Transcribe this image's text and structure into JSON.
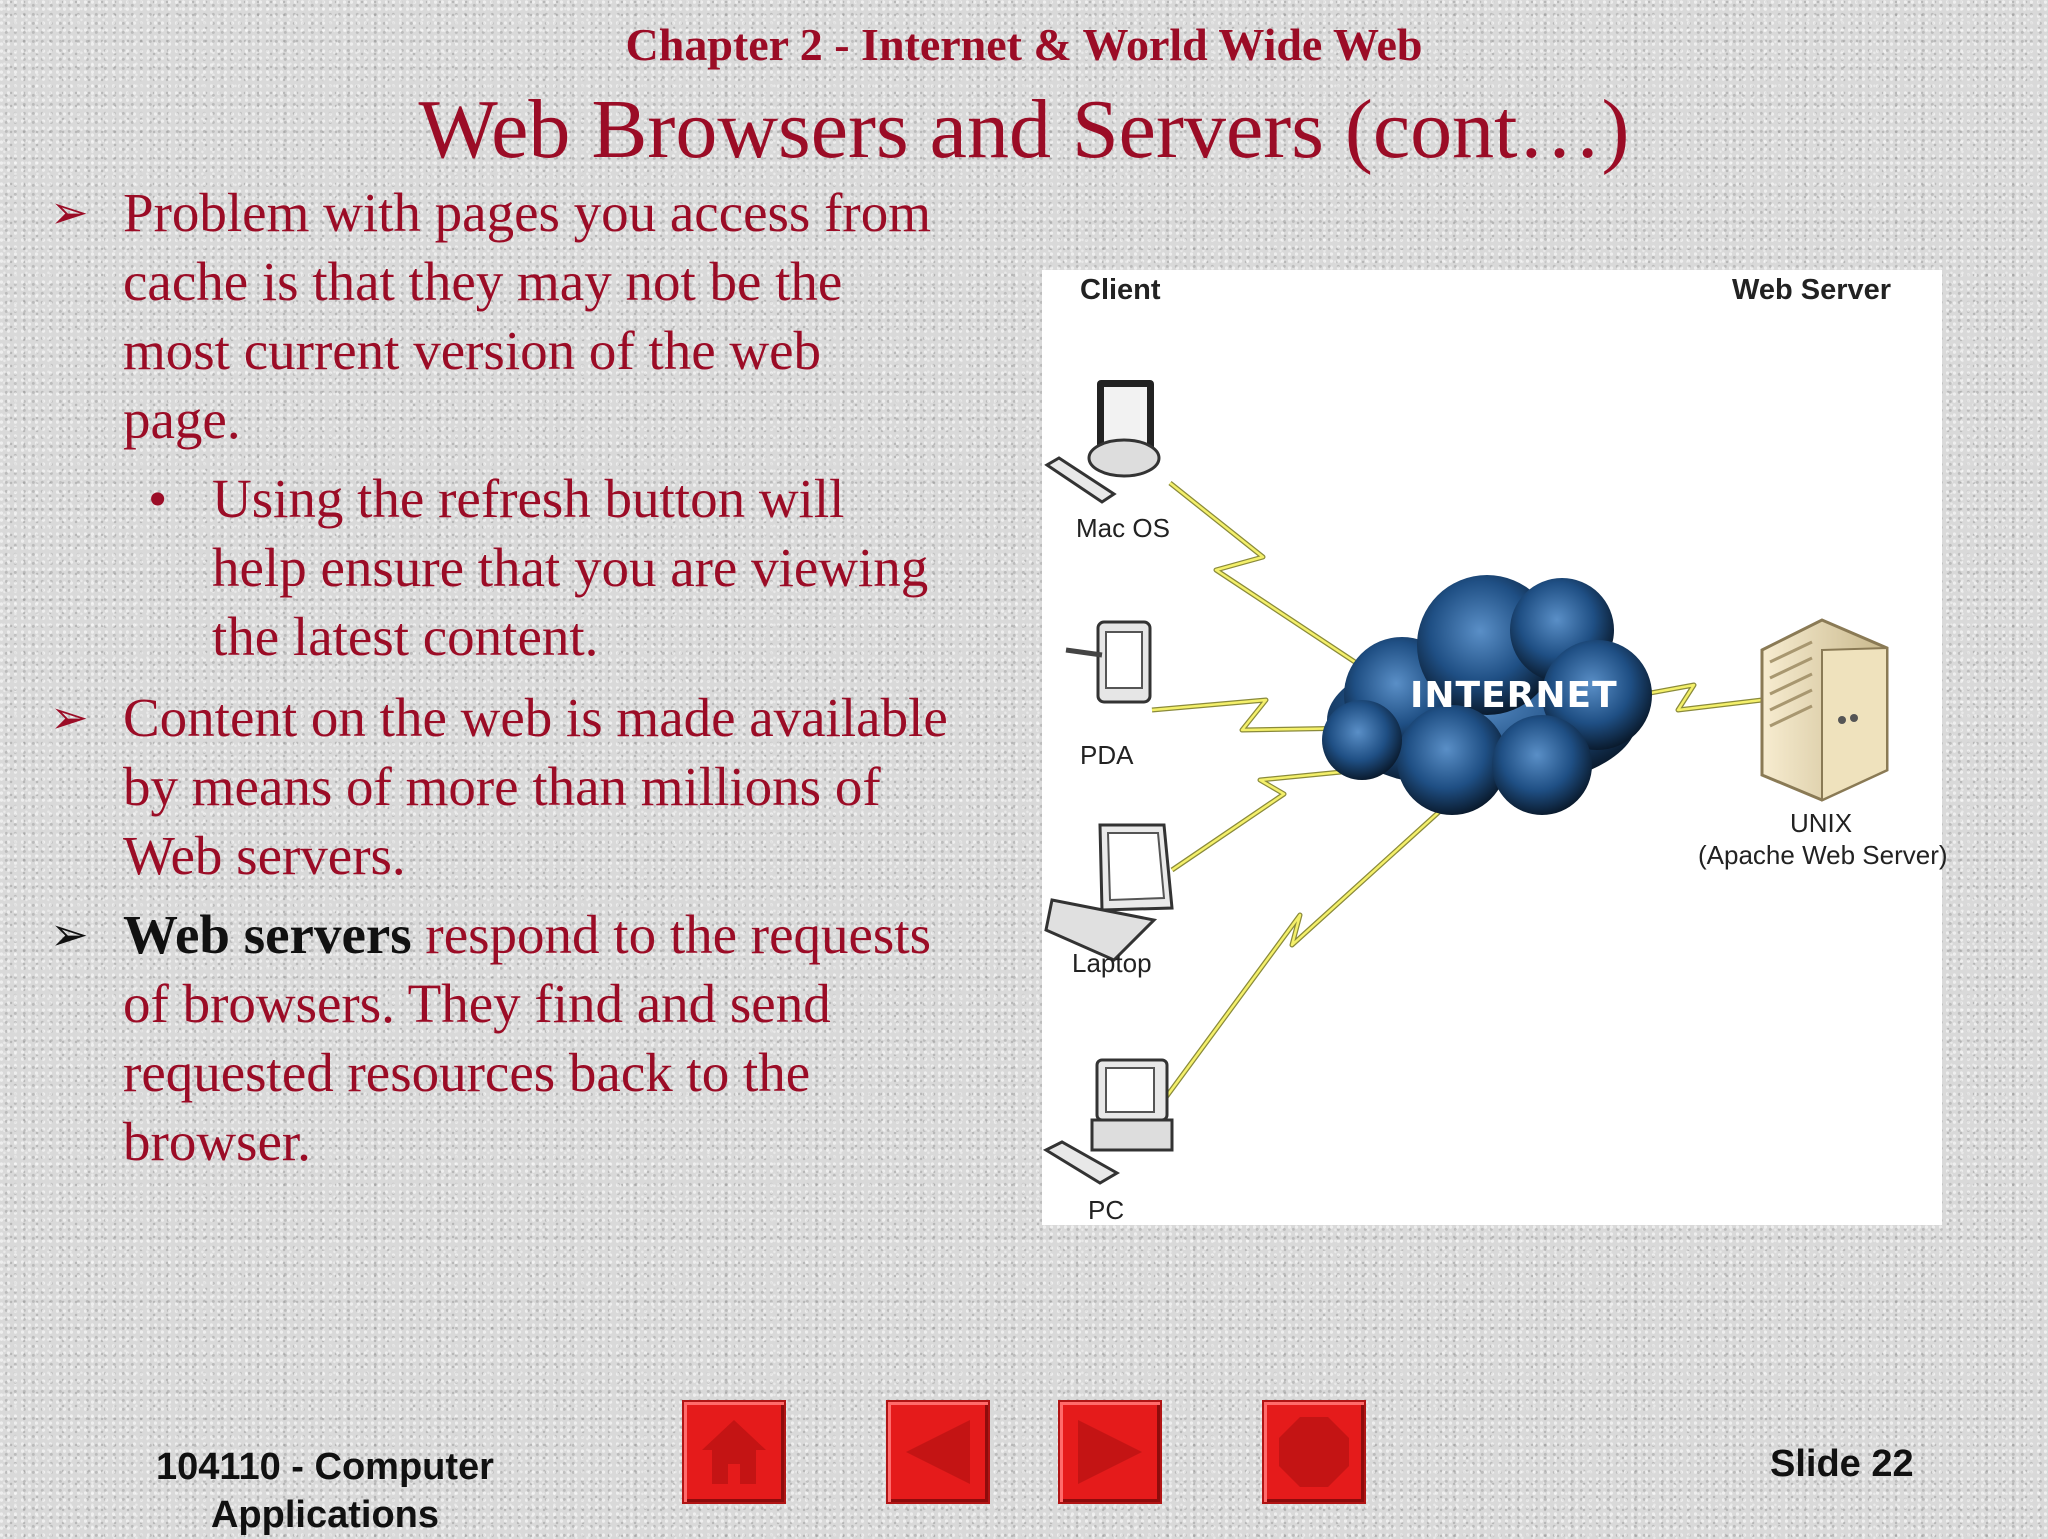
{
  "header": {
    "chapter": "Chapter 2 - Internet & World Wide Web",
    "title": "Web Browsers and Servers (cont…)"
  },
  "bullets": {
    "b1": "Problem with pages you access from cache is that they may not be the most current version of the web page.",
    "b1_sub": "Using the refresh button will help ensure that you are viewing the latest content.",
    "b2": "Content on the web is made available by means of more than millions of Web servers.",
    "b3_bold": "Web servers",
    "b3_rest": " respond to the requests of browsers. They find and send requested resources back to the browser."
  },
  "diagram": {
    "client_heading": "Client",
    "server_heading": "Web Server",
    "clients": [
      "Mac OS",
      "PDA",
      "Laptop",
      "PC"
    ],
    "cloud_label": "INTERNET",
    "server_label_1": "UNIX",
    "server_label_2": "(Apache Web Server)"
  },
  "footer": {
    "course": "104110 - Computer Applications",
    "slide": "Slide 22"
  },
  "nav": {
    "buttons": [
      "home-icon",
      "back-arrow-icon",
      "forward-arrow-icon",
      "stop-icon"
    ],
    "button_color": "#e51b1b"
  },
  "colors": {
    "accent": "#9b0c26"
  }
}
